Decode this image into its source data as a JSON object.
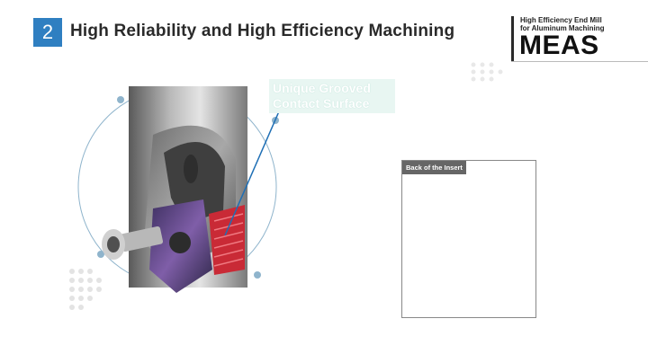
{
  "header": {
    "section_number": "2",
    "title": "High Reliability and High Efficiency Machining"
  },
  "logo": {
    "line1": "High Efficiency End Mill",
    "line2": "for Aluminum Machining",
    "name": "MEAS"
  },
  "callout": {
    "line1": "Unique Grooved",
    "line2": "Contact Surface"
  },
  "insert_panel": {
    "label": "Back of the Insert"
  },
  "colors": {
    "accent": "#2f7fc1",
    "insert_red": "#d8303a",
    "tool_grey": "#8e8e8e",
    "callout_bg": "#e8f6f2"
  }
}
